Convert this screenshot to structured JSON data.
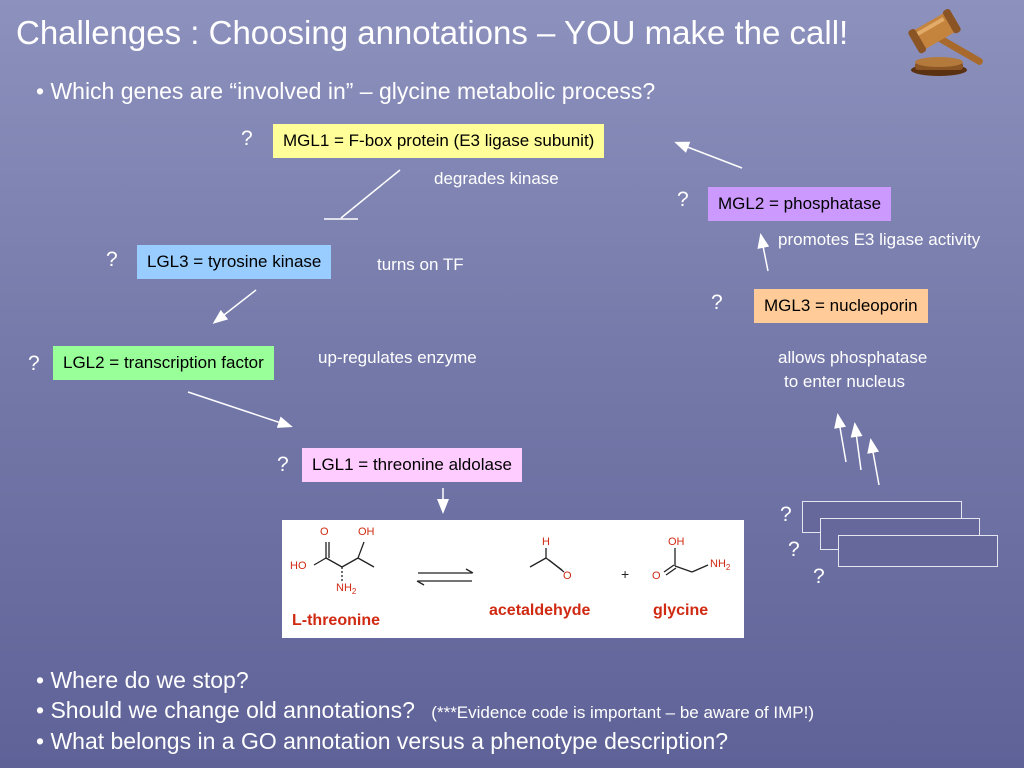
{
  "slide": {
    "title": "Challenges : Choosing annotations – YOU make the call!",
    "question": "• Which genes are “involved in” – glycine metabolic process?"
  },
  "genes": {
    "mgl1": {
      "label": "MGL1 = F-box protein (E3 ligase subunit)",
      "color": "#fffe99"
    },
    "mgl2": {
      "label": "MGL2 = phosphatase",
      "color": "#cc99ff"
    },
    "mgl3": {
      "label": "MGL3 = nucleoporin",
      "color": "#ffcc99"
    },
    "lgl3": {
      "label": "LGL3 = tyrosine kinase",
      "color": "#99ccff"
    },
    "lgl2": {
      "label": "LGL2 = transcription factor",
      "color": "#99ff99"
    },
    "lgl1": {
      "label": "LGL1 = threonine aldolase",
      "color": "#ffccff"
    }
  },
  "relations": {
    "degrades": "degrades kinase",
    "promotes": "promotes E3 ligase activity",
    "turns_on": "turns on TF",
    "upregulates": "up-regulates enzyme",
    "allows_line1": "allows phosphatase",
    "allows_line2": "to enter nucleus"
  },
  "question_mark": "?",
  "chemistry": {
    "reactant": "L-threonine",
    "product1": "acetaldehyde",
    "product2": "glycine",
    "plus": "+",
    "atoms": {
      "o": "O",
      "oh": "OH",
      "ho": "HO",
      "nh2": "NH",
      "sub2": "2",
      "h": "H"
    }
  },
  "bottom": {
    "b1": "• Where do we stop?",
    "b2": "• Should we change old annotations?",
    "b2_note": "(***Evidence code is important – be aware of IMP!)",
    "b3": "• What belongs in a GO annotation versus a phenotype description?"
  },
  "icons": {
    "gavel": "gavel-icon"
  }
}
